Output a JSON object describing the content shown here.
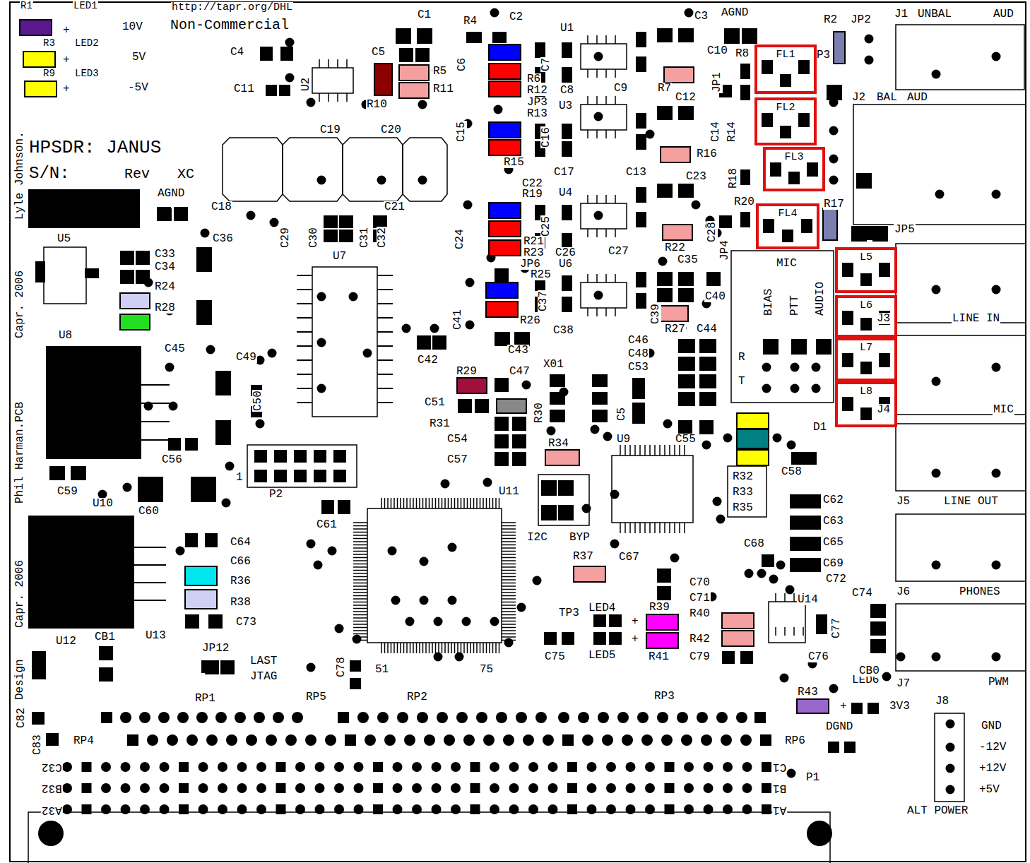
{
  "diagram": {
    "nodes": [
      {
        "text": [
          "FL1"
        ]
      },
      {
        "text": [
          "FL2"
        ]
      },
      {
        "text": [
          "FL3"
        ]
      },
      {
        "text": [
          "FL4"
        ]
      },
      {
        "text": [
          "L5"
        ]
      },
      {
        "text": [
          "L6"
        ]
      },
      {
        "text": [
          "L7"
        ]
      },
      {
        "text": [
          "L8"
        ]
      }
    ],
    "labels": [
      "R1",
      "LED1",
      "+",
      "10V",
      "http://tapr.org/DHL",
      "Non-Commercial",
      "R3",
      "LED2",
      "+",
      "5V",
      "R9",
      "LED3",
      "+",
      "-5V",
      "HPSDR: JANUS",
      "S/N:",
      "Rev",
      "XC",
      "AGND",
      "U5",
      "C36",
      "C33",
      "C34",
      "R24",
      "R28",
      "U8",
      "C45",
      "C49",
      "C50",
      "C56",
      "C59",
      "U10",
      "C60",
      "1",
      "P2",
      "C64",
      "C66",
      "R36",
      "R38",
      "C73",
      "U12",
      "CB1",
      "U13",
      "JP12",
      "LAST",
      "JTAG",
      "C82",
      "C83",
      "RP4",
      "RP1",
      "RP5",
      "RP2",
      "RP3",
      "RP6",
      "C32",
      "B32",
      "A32",
      "C1",
      "B1",
      "A1",
      "P1",
      "R43",
      "+",
      "LED6",
      "3V3",
      "DGND",
      "J8",
      "GND",
      "-12V",
      "+12V",
      "+5V",
      "ALT POWER",
      "J7",
      "PWM",
      "J6",
      "PHONES",
      "J5",
      "LINE OUT",
      "J4",
      "MIC",
      "J3",
      "LINE IN",
      "JP5",
      "J2",
      "BAL",
      "AUD",
      "J1",
      "UNBAL",
      "AUD",
      "JP2",
      "R2",
      "P3",
      "AGND",
      "C3",
      "C10",
      "R8",
      "JP1",
      "R7",
      "C12",
      "R14",
      "C14",
      "R16",
      "R18",
      "C23",
      "R20",
      "R17",
      "C28",
      "R22",
      "JP4",
      "C35",
      "C40",
      "C39",
      "R27",
      "C44",
      "MIC",
      "BIAS",
      "PTT",
      "AUDIO",
      "R",
      "T",
      "D1",
      "C58",
      "R32",
      "R33",
      "R35",
      "C62",
      "C63",
      "C65",
      "C69",
      "C68",
      "C72",
      "C74",
      "U14",
      "C77",
      "C76",
      "CB0",
      "C70",
      "C71",
      "R40",
      "R42",
      "C79",
      "C67",
      "R37",
      "TP3",
      "LED4",
      "+",
      "+",
      "R39",
      "C75",
      "LED5",
      "R41",
      "U11",
      "I2C",
      "BYP",
      "C61",
      "C78",
      "51",
      "75",
      "R34",
      "C57",
      "C54",
      "R31",
      "C51",
      "R29",
      "C47",
      "X01",
      "R30",
      "C5",
      "U9",
      "C55",
      "C46",
      "C48",
      "C53",
      "C42",
      "C43",
      "C41",
      "C37",
      "C38",
      "R26",
      "R25",
      "JP6",
      "U6",
      "C27",
      "R23",
      "C26",
      "R21",
      "C25",
      "C24",
      "R19",
      "C22",
      "U4",
      "C13",
      "C17",
      "R15",
      "C16",
      "C15",
      "R13",
      "JP3",
      "R12",
      "U3",
      "C8",
      "R6",
      "C9",
      "C7",
      "C6",
      "R4",
      "C2",
      "U1",
      "C1",
      "C4",
      "C5",
      "R5",
      "R11",
      "R10",
      "U2",
      "C11",
      "C19",
      "C20",
      "C18",
      "C21",
      "C29",
      "C30",
      "C31",
      "C32",
      "U7",
      "Design",
      "Capr. 2006",
      "Phil Harman.PCB",
      "Capr. 2006",
      "Lyle Johnson."
    ]
  }
}
